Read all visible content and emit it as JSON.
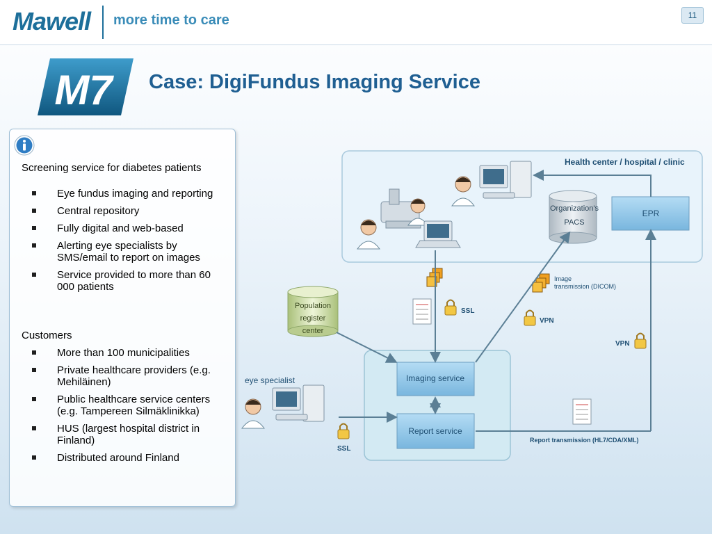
{
  "header": {
    "logo": "Mawell",
    "tagline": "more time to care",
    "page_number": "11"
  },
  "badge": {
    "text": "M7"
  },
  "title": "Case: DigiFundus Imaging Service",
  "panel": {
    "intro": "Screening service for diabetes patients",
    "features": [
      "Eye fundus imaging and reporting",
      "Central repository",
      "Fully digital and web-based",
      "Alerting eye specialists by SMS/email to report on images",
      "Service provided to more than 60 000 patients"
    ],
    "customers_heading": "Customers",
    "customers": [
      "More than 100 municipalities",
      "Private healthcare providers (e.g. Mehiläinen)",
      "Public healthcare service centers (e.g. Tampereen Silmäklinikka)",
      "HUS (largest hospital district in Finland)",
      "Distributed around Finland"
    ]
  },
  "diagram": {
    "health_center_label": "Health center / hospital / clinic",
    "pacs_label_1": "Organization's",
    "pacs_label_2": "PACS",
    "epr_label": "EPR",
    "population_1": "Population",
    "population_2": "register",
    "population_3": "center",
    "image_transmission_1": "Image",
    "image_transmission_2": "transmission (DICOM)",
    "ssl_top": "SSL",
    "vpn_mid": "VPN",
    "vpn_right": "VPN",
    "eye_specialist": "eye specialist",
    "imaging_service": "Imaging service",
    "report_service": "Report service",
    "ssl_bottom": "SSL",
    "report_transmission": "Report transmission (HL7/CDA/XML)"
  },
  "colors": {
    "brand": "#1d6f9a",
    "title": "#1f5f92",
    "service_box": "#8fc3e6",
    "db_blue": "#cfd8e0",
    "db_green": "#cfe0a8"
  }
}
